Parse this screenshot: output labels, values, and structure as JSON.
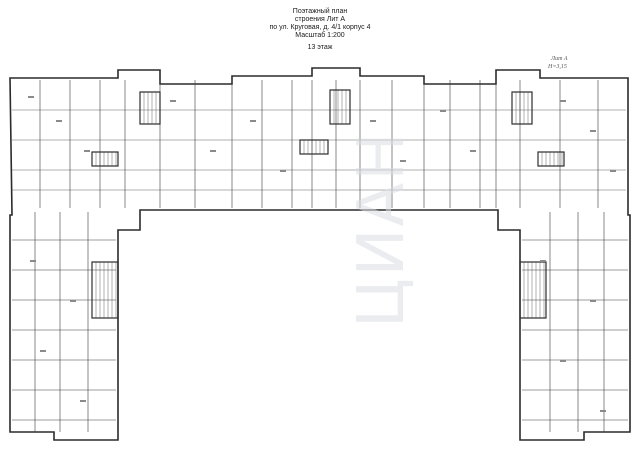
{
  "title": {
    "line1": "Поэтажный план",
    "line2": "строения Лит А",
    "line3": "по ул. Круговая, д. 4/1  корпус 4",
    "line4": "Масштаб 1:200"
  },
  "floor_label": "13  этаж",
  "corner_note": {
    "line1": "Лит А",
    "line2": "Н=3,15"
  },
  "colors": {
    "line": "#3a3a3a",
    "wall": "#2b2b2b",
    "hatch": "#8a8a8a",
    "background": "#ffffff"
  }
}
